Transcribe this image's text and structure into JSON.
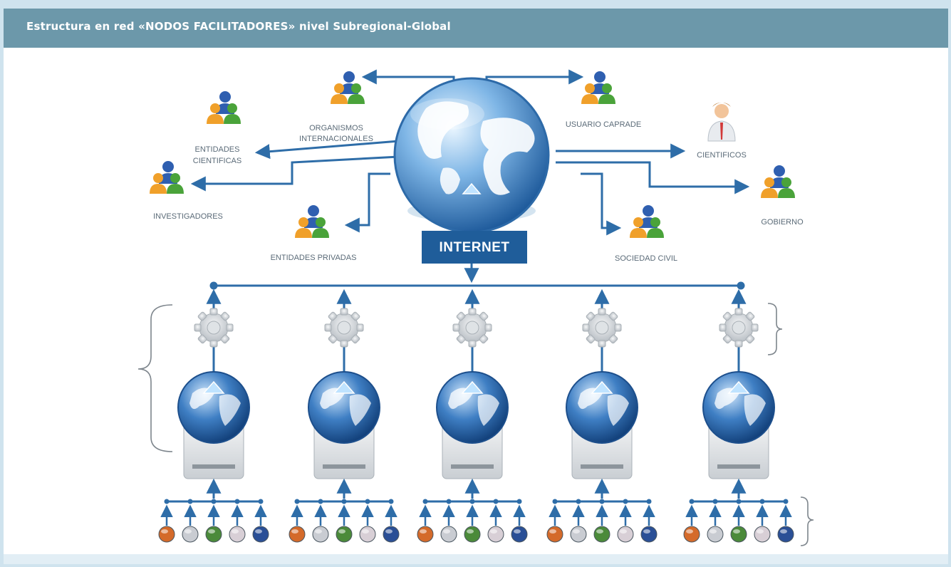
{
  "header": {
    "title": "Estructura en red «NODOS FACILITADORES» nivel Subregional-Global"
  },
  "hub": {
    "label": "INTERNET"
  },
  "stakeholders": {
    "organismos": [
      "ORGANISMOS",
      "INTERNACIONALES"
    ],
    "entidades_cientificas": [
      "ENTIDADES",
      "CIENTIFICAS"
    ],
    "investigadores": "INVESTIGADORES",
    "entidades_privadas": "ENTIDADES PRIVADAS",
    "usuario_caprade": "USUARIO CAPRADE",
    "cientificos": "CIENTIFICOS",
    "gobierno": "GOBIERNO",
    "sociedad_civil": "SOCIEDAD CIVIL"
  },
  "colors": {
    "header": "#6c98aa",
    "line": "#2e6da8",
    "internet_box": "#1f5d9a",
    "person_orange": "#f0a02a",
    "person_blue": "#2f5fb0",
    "person_green": "#4aa33a"
  },
  "icons": [
    "globe-icon",
    "people-group-icon",
    "person-icon",
    "gear-icon",
    "server-icon",
    "node-ball-icon",
    "brace-icon"
  ]
}
